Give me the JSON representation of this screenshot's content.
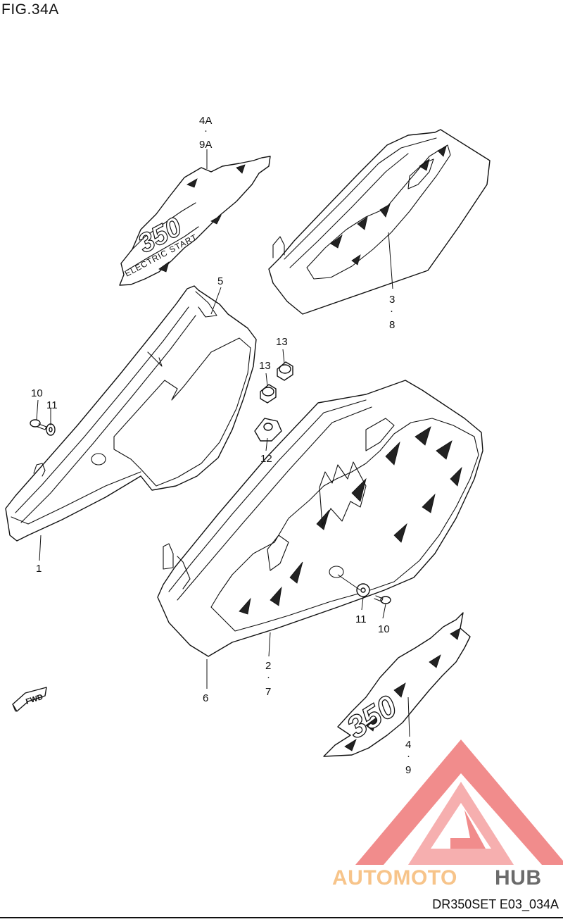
{
  "figure_title": "FIG.34A",
  "drawing_code": "DR350SET E03_034A",
  "watermark": {
    "text_a": "AUTOMOTO",
    "text_b": "HUB",
    "color_a": "#f7c48a",
    "color_b": "#6b6b6b",
    "logo_color": "#f08080"
  },
  "decals": {
    "top": "ELECTRIC START",
    "top_number": "350",
    "bottom_number": "350"
  },
  "fwd_badge": "FWD",
  "callouts": {
    "c1": "1",
    "c2": "2",
    "c3": "3",
    "c4": "4",
    "c4a": "4A",
    "c5": "5",
    "c6": "6",
    "c7": "7",
    "c8": "8",
    "c9": "9",
    "c9a": "9A",
    "c10a": "10",
    "c10b": "10",
    "c11a": "11",
    "c11b": "11",
    "c12": "12",
    "c13a": "13",
    "c13b": "13"
  }
}
